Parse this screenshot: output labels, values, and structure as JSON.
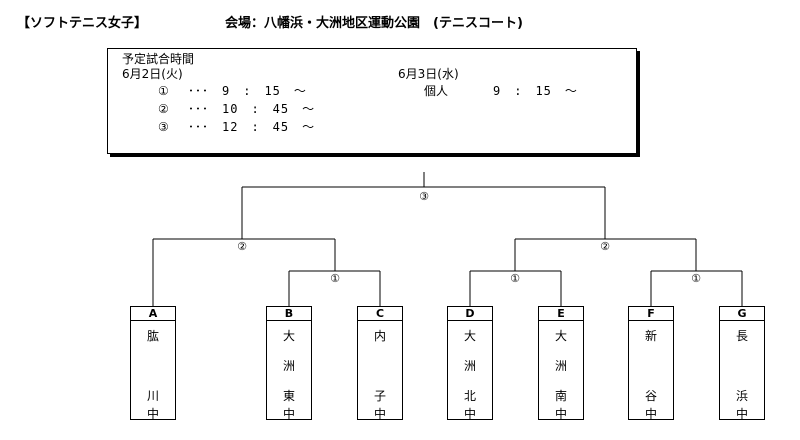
{
  "header": {
    "category": "【ソフトテニス女子】",
    "venue": "会場：八幡浜・大洲地区運動公園　(テニスコート)"
  },
  "schedule": {
    "title": "予定試合時間",
    "day1": {
      "date": "6月2日(火)",
      "rounds": [
        {
          "mark": "①",
          "time": "･･･　9　:　15　～"
        },
        {
          "mark": "②",
          "time": "･･･　10　:　45　～"
        },
        {
          "mark": "③",
          "time": "･･･　12　:　45　～"
        }
      ]
    },
    "day2": {
      "date": "6月3日(水)",
      "label": "個人",
      "time": "9　:　15　～"
    }
  },
  "bracket": {
    "round_labels": {
      "final": "③",
      "left_semi": "②",
      "right_semi": "②",
      "r1_bc": "①",
      "r1_de": "①",
      "r1_fg": "①"
    },
    "teams": [
      {
        "letter": "A",
        "chars": [
          "肱",
          "川",
          "中"
        ]
      },
      {
        "letter": "B",
        "chars": [
          "大",
          "洲",
          "東",
          "中"
        ]
      },
      {
        "letter": "C",
        "chars": [
          "内",
          "子",
          "中"
        ]
      },
      {
        "letter": "D",
        "chars": [
          "大",
          "洲",
          "北",
          "中"
        ]
      },
      {
        "letter": "E",
        "chars": [
          "大",
          "洲",
          "南",
          "中"
        ]
      },
      {
        "letter": "F",
        "chars": [
          "新",
          "谷",
          "中"
        ]
      },
      {
        "letter": "G",
        "chars": [
          "長",
          "浜",
          "中"
        ]
      }
    ]
  }
}
